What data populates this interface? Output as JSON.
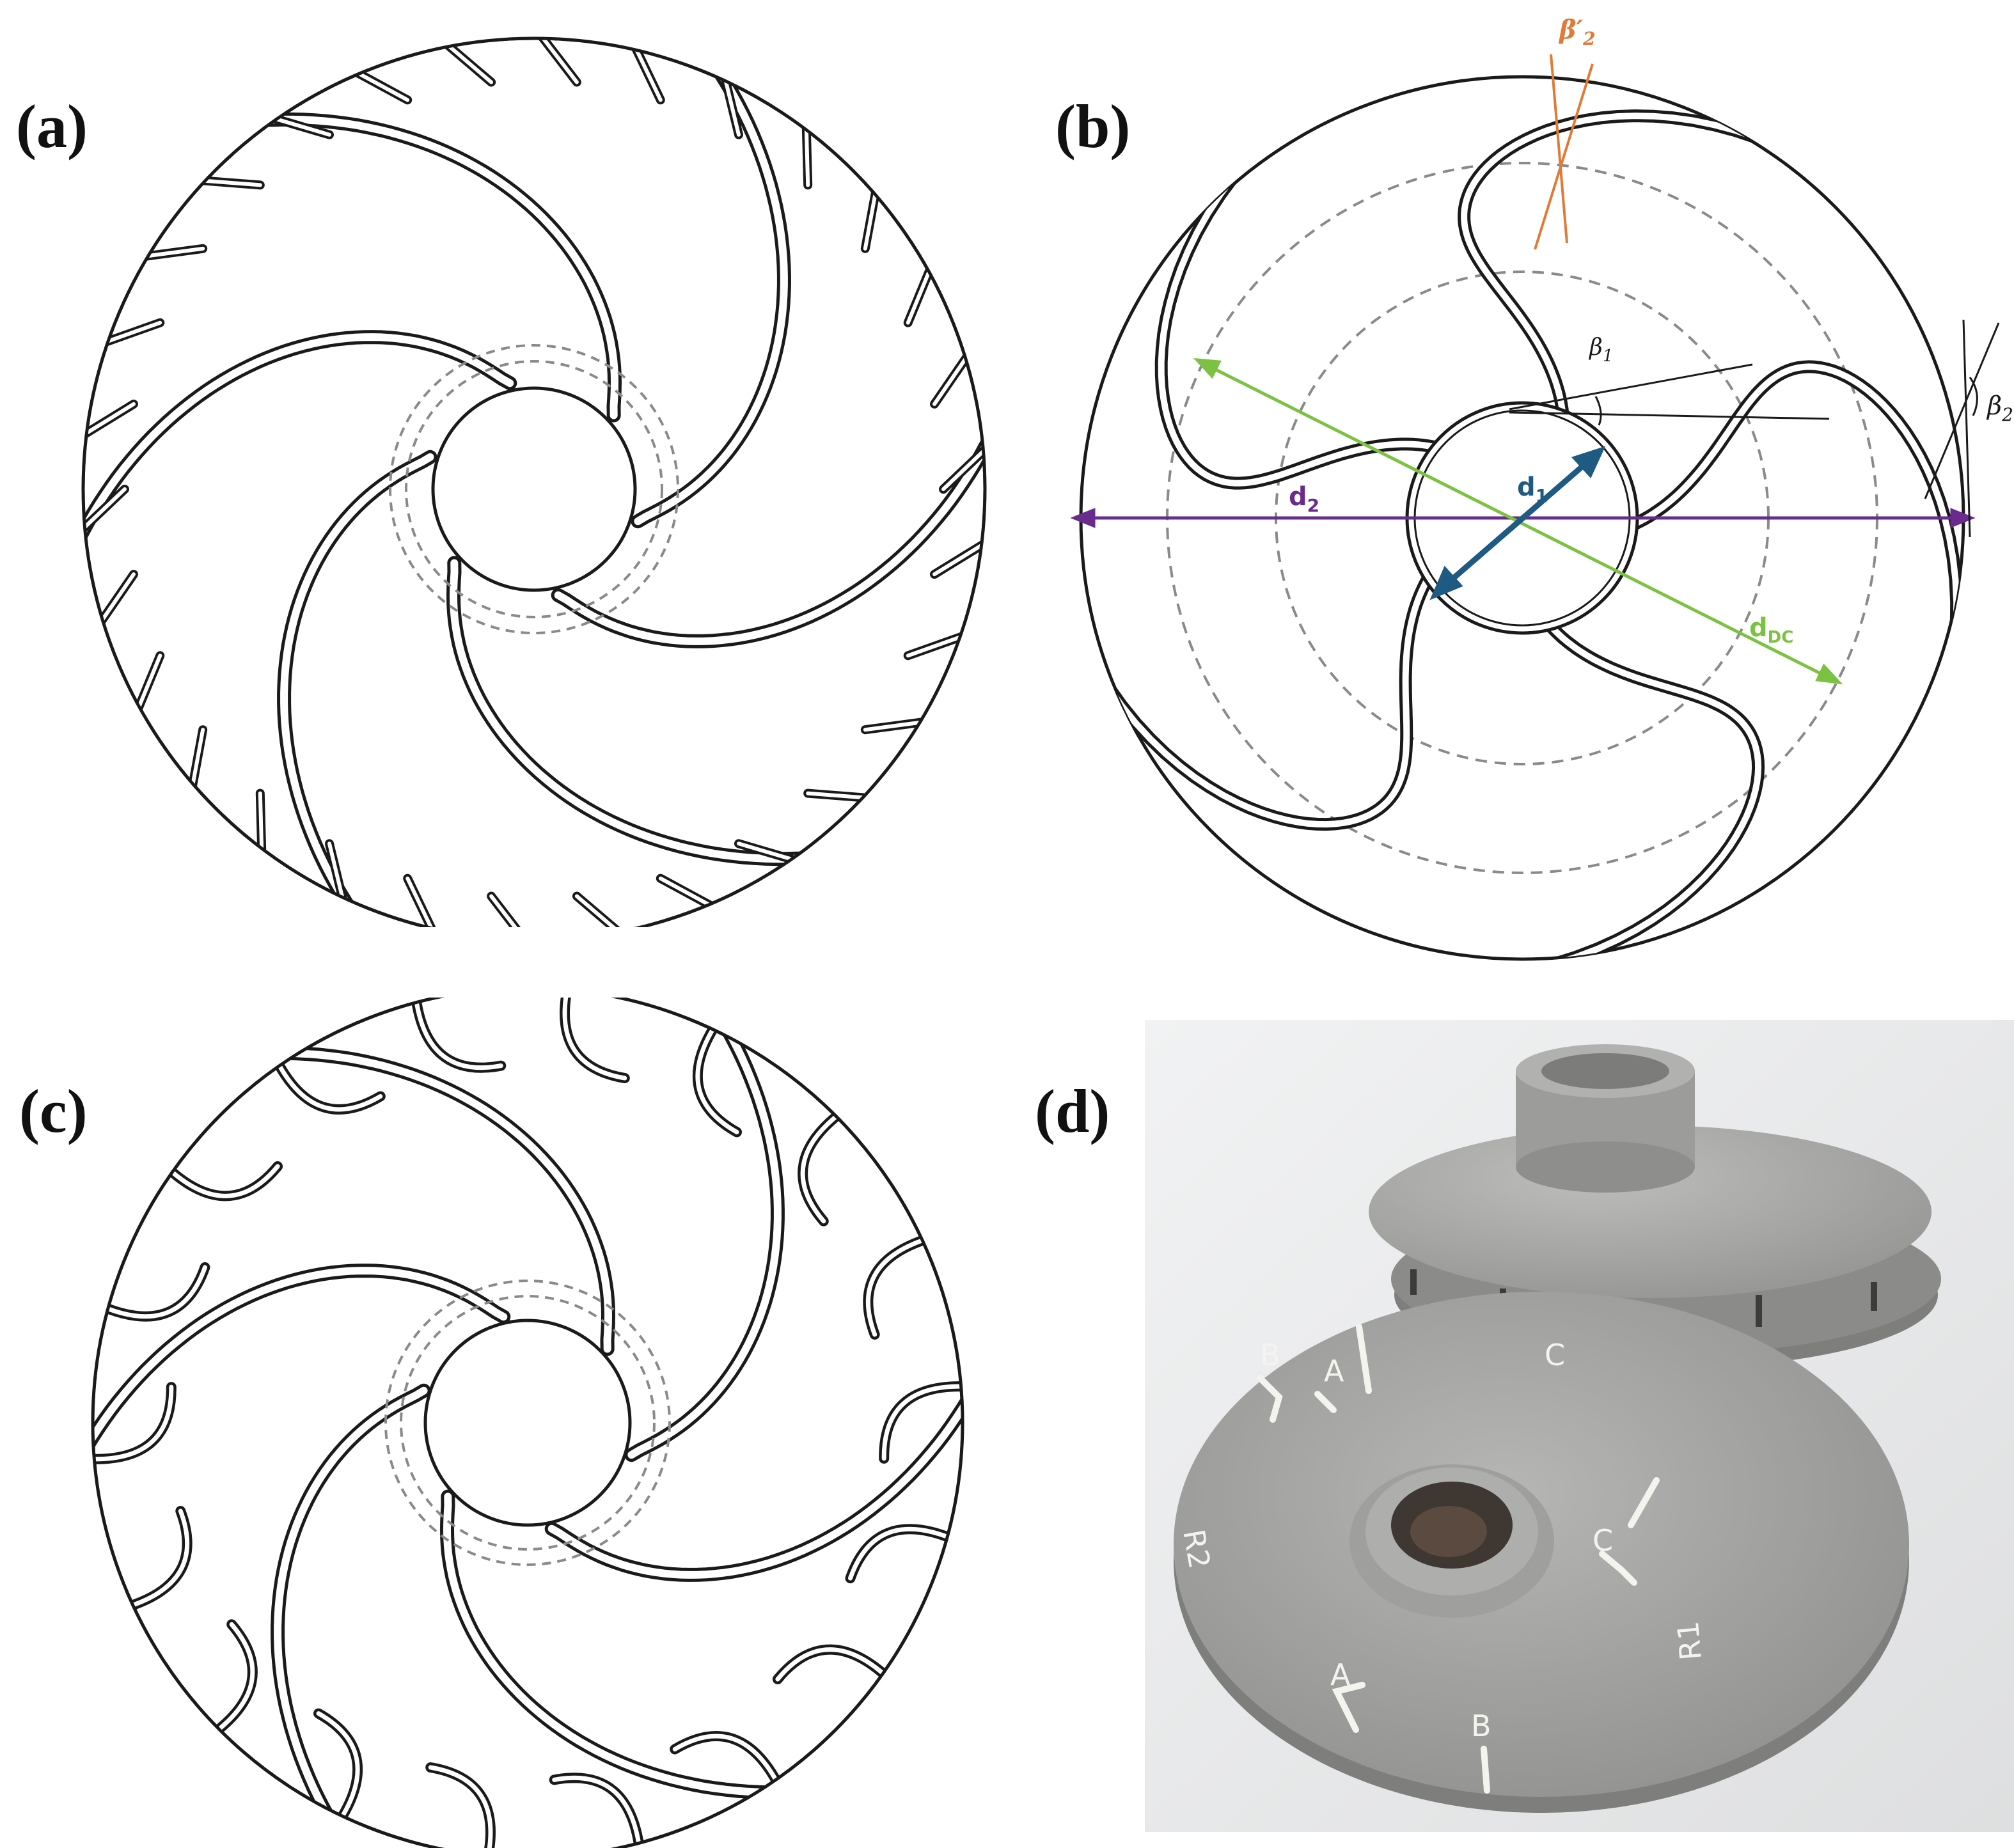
{
  "panels": [
    {
      "id": "a",
      "label": "(a)"
    },
    {
      "id": "b",
      "label": "(b)"
    },
    {
      "id": "c",
      "label": "(c)"
    },
    {
      "id": "d",
      "label": "(d)"
    }
  ],
  "annotations": {
    "d1": "d",
    "d1_sub": "1",
    "d2": "d",
    "d2_sub": "2",
    "dDC": "d",
    "dDC_sub": "DC",
    "beta1": "β",
    "beta1_sub": "1",
    "beta2": "β",
    "beta2_sub": "2",
    "beta2p": "β′",
    "beta2p_sub": "2"
  },
  "photo_markings": [
    "B",
    "A",
    "C",
    "R2",
    "R1",
    "B",
    "C",
    "A"
  ],
  "colors": {
    "line": "#1a1a1a",
    "dashed": "#8a8a8a",
    "d1_arrow": "#1f5a82",
    "d2_arrow": "#6a2c8c",
    "dDC_arrow": "#7cc242",
    "beta2p_lines": "#e07a36",
    "photo_bg": "#e9eaeb",
    "impeller_grey": "#a4a4a2"
  },
  "icons": {
    "impeller_a": "long-blade-impeller-with-splitters",
    "impeller_b": "five-blade-impeller-schematic",
    "impeller_c": "curved-splitter-impeller",
    "photo_d": "3d-printed-impeller-photo"
  }
}
